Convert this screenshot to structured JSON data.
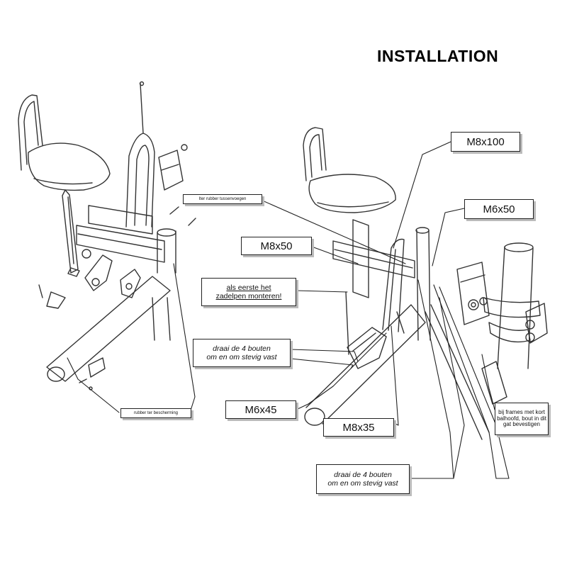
{
  "title": "INSTALLATION",
  "labels": {
    "m8x100": "M8x100",
    "m6x50": "M6x50",
    "m8x50": "M8x50",
    "m6x45": "M6x45",
    "m8x35": "M8x35",
    "rubber_tussen": "Iter rubber tussenvoegen",
    "zadelpen_line1": "als eerste het",
    "zadelpen_line2": "zadelpen monteren!",
    "bouten_top_line1": "draai de 4 bouten",
    "bouten_top_line2": "om en om stevig vast",
    "bouten_bottom_line1": "draai de 4 bouten",
    "bouten_bottom_line2": "om en om stevig vast",
    "rubber_bescherming": "rubber ter bescherming",
    "frames_line1": "bij frames met kort",
    "frames_line2": "balhoofd, bout in dit",
    "frames_line3": "gat bevestigen"
  }
}
